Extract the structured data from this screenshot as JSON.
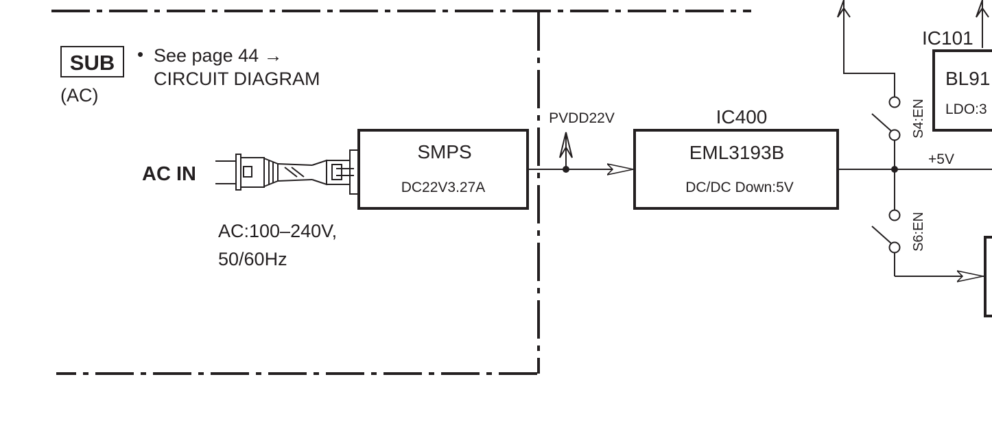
{
  "sub_badge": "SUB",
  "sub_note": "(AC)",
  "reference": {
    "bullet": "•",
    "line1": "See page 44 →",
    "line2": "CIRCUIT DIAGRAM"
  },
  "ac_in_label": "AC IN",
  "ac_spec": {
    "line1": "AC:100–240V,",
    "line2": "50/60Hz"
  },
  "smps": {
    "name": "SMPS",
    "spec": "DC22V3.27A"
  },
  "pvdd_label": "PVDD22V",
  "ic400": {
    "ref": "IC400",
    "name": "EML3193B",
    "spec": "DC/DC Down:5V"
  },
  "rail_label": "+5V",
  "switch_s4": "S4:EN",
  "switch_s6": "S6:EN",
  "ic101": {
    "ref": "IC101",
    "name": "BL91",
    "spec": "LDO:3"
  },
  "colors": {
    "ink": "#231f20",
    "background": "#ffffff"
  }
}
